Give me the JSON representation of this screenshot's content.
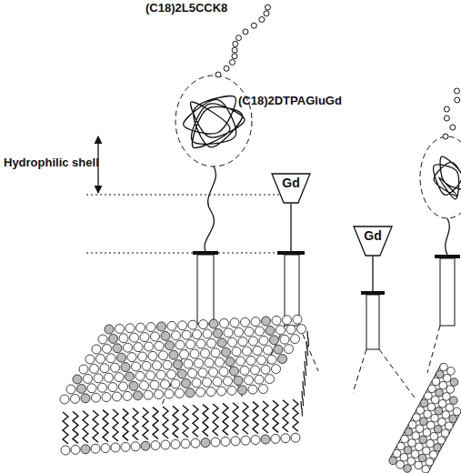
{
  "diagram": {
    "nodes": [
      {
        "text": [
          "Gd"
        ]
      },
      {
        "text": [
          "Gd"
        ]
      }
    ],
    "edges": [],
    "labels": [
      "(C18)2L5CCK8",
      "(C18)2DTPAGluGd",
      "Hydrophilic shell"
    ]
  }
}
